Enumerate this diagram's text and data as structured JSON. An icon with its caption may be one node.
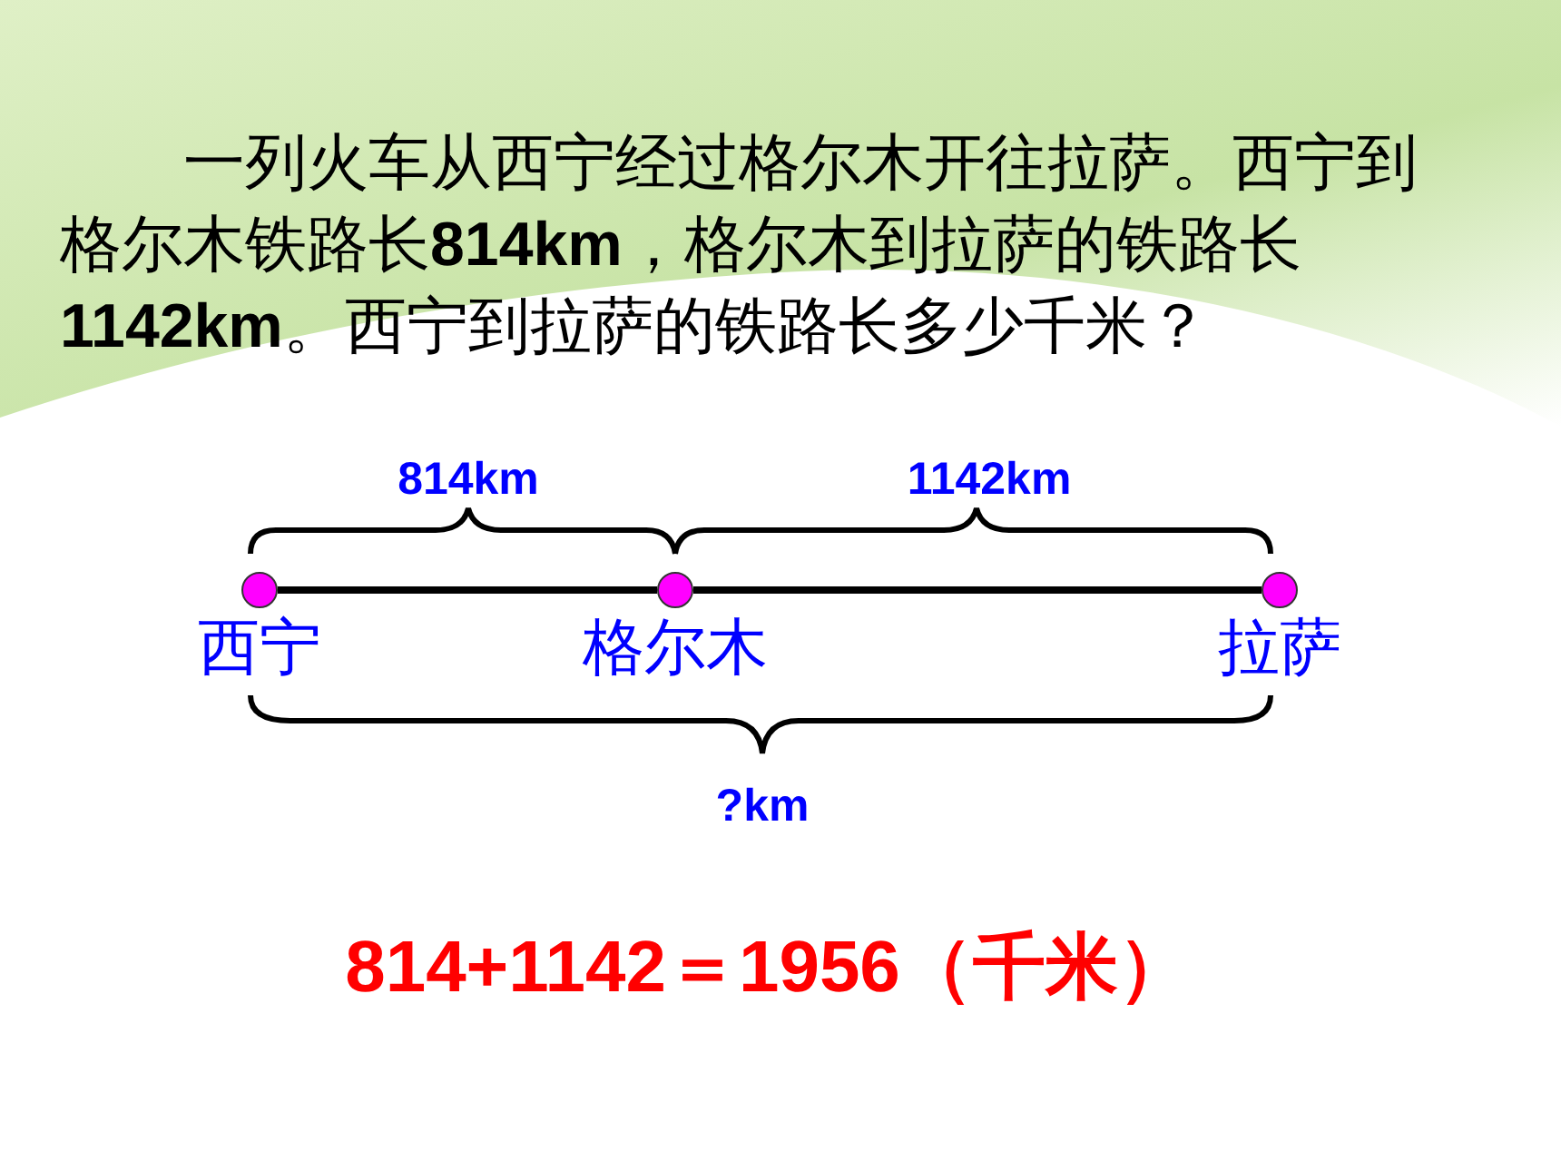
{
  "diagram": {
    "nodes": [
      {
        "text": [
          "西宁"
        ]
      },
      {
        "text": [
          "格尔木"
        ]
      },
      {
        "text": [
          "拉萨"
        ]
      }
    ],
    "edges": [
      {
        "from": 0,
        "to": 1,
        "arrow": "none"
      },
      {
        "from": 1,
        "to": 2,
        "arrow": "none"
      }
    ],
    "labels": [
      "一列火车从西宁经过格尔木开往拉萨。西宁到格尔木铁路长**814km**，格尔木到拉萨的铁路长**1142km**。西宁到拉萨的铁路长多少千米？",
      "814km",
      "1142km",
      "?km",
      "814+1142＝1956（千米）"
    ]
  }
}
